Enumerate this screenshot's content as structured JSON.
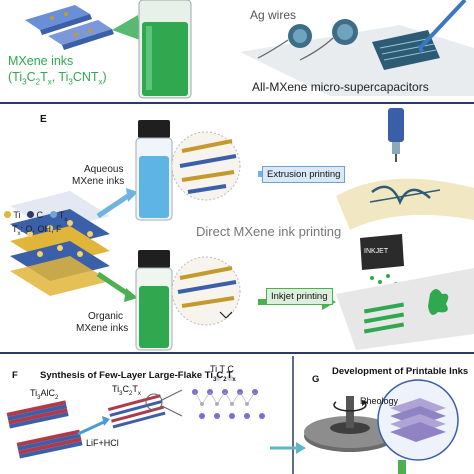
{
  "top": {
    "mxene_inks": "MXene inks",
    "formula_prefix": "(Ti",
    "formula_1": "C",
    "formula_2": "T",
    "formula_sep": ", Ti",
    "formula_3": "CNT",
    "formula_suffix": ")",
    "sub_3": "3",
    "sub_2": "2",
    "sub_x": "x",
    "ag_wires": "Ag wires",
    "caption": "All-MXene micro-supercapacitors"
  },
  "panel_e": {
    "letter": "E",
    "aqueous": "Aqueous",
    "aqueous_2": "MXene inks",
    "organic": "Organic",
    "organic_2": "MXene inks",
    "legend_ti": "Ti",
    "legend_c": "C",
    "legend_tx": "T",
    "legend_tx_sub": "x",
    "legend_terms": "T",
    "legend_terms_rest": ": O, OH, F",
    "legend_terms_sub": "x",
    "center": "Direct MXene ink printing",
    "extrusion": "Extrusion printing",
    "inkjet": "Inkjet printing",
    "cart_label": "INKJET"
  },
  "panel_f": {
    "letter": "F",
    "title": "Synthesis of Few-Layer Large-Flake Ti",
    "title_sub1": "3",
    "title_mid": "C",
    "title_sub2": "2",
    "title_end": "T",
    "title_sub3": "x",
    "ti3alc2": "Ti",
    "ti3alc2_sub": "3",
    "ti3alc2_rest": "AlC",
    "ti3alc2_sub2": "2",
    "ti3c2tx": "Ti",
    "ti3c2tx_sub": "3",
    "ti3c2tx_rest": "C",
    "ti3c2tx_sub2": "2",
    "ti3c2tx_end": "T",
    "ti3c2tx_sub3": "x",
    "reagent": "LiF+HCl",
    "elements": "Ti T C"
  },
  "panel_g": {
    "letter": "G",
    "title": "Development of Printable Inks",
    "rheology": "Rheology"
  },
  "colors": {
    "border": "#2b3a67",
    "ink_green": "#2fa84f",
    "ink_blue": "#5fb4e6",
    "arrow_blue": "#6fb3e0",
    "arrow_green": "#4caf50",
    "label_blue": "#6f9fd8"
  }
}
